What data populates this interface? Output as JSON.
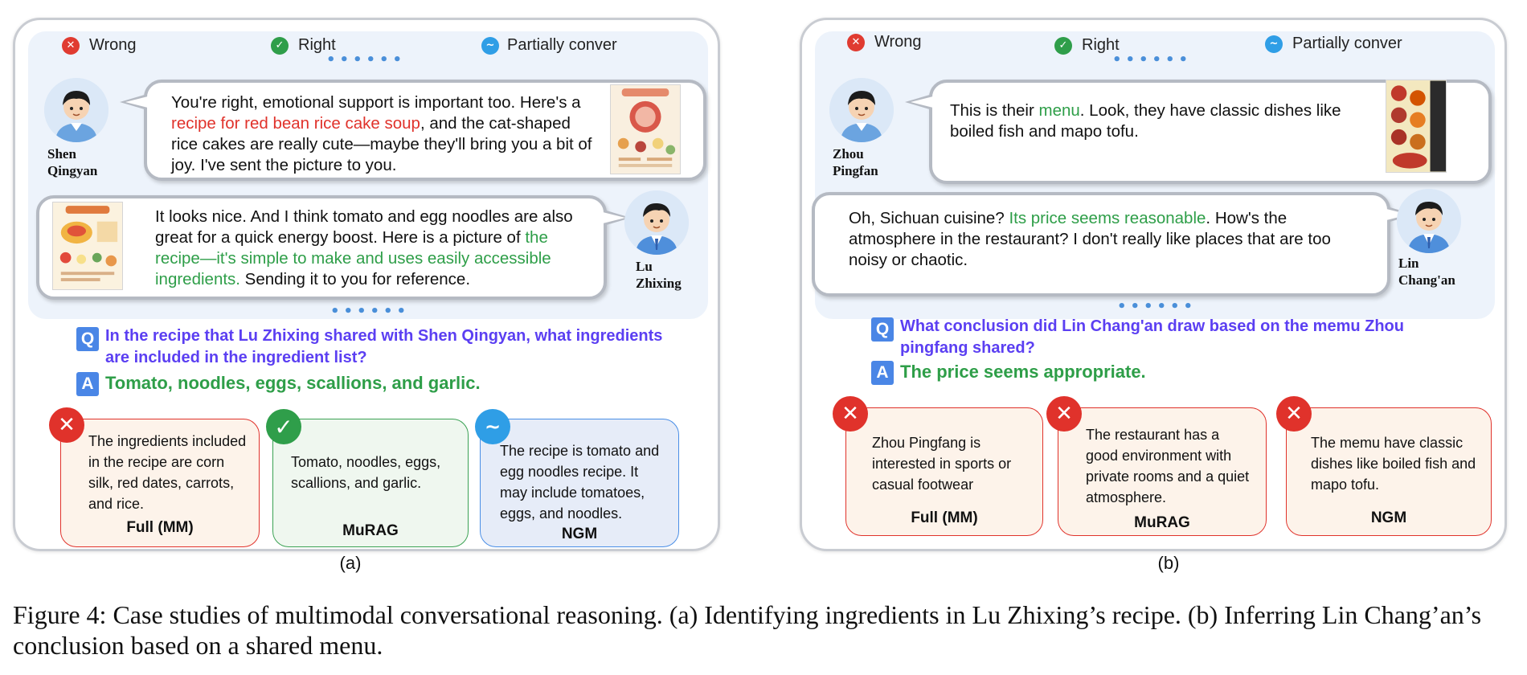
{
  "legend": {
    "wrong": "Wrong",
    "right": "Right",
    "partial": "Partially conver",
    "wrong_icon": "x-icon",
    "right_icon": "check-icon",
    "partial_icon": "tilde-icon"
  },
  "dots": "••••••",
  "panel_a": {
    "speaker1": "Shen\nQingyan",
    "speaker2": "Lu\nZhixing",
    "msg1": {
      "t1": "You're right, emotional support is important too. Here's a ",
      "hl": "recipe for red bean rice cake soup",
      "t2": ", and the cat-shaped rice cakes are really cute—maybe they'll bring you a bit of joy. I've sent the picture to you."
    },
    "msg2": {
      "t1": "It looks nice. And I think tomato and egg noodles are also great for a quick energy boost. Here is a picture of ",
      "hl": "the recipe—it's simple to make and uses easily accessible ingredients.",
      "t2": " Sending it to you for reference."
    },
    "q_badge": "Q",
    "question": "In the recipe that Lu Zhixing shared with Shen Qingyan, what ingredients are included in the ingredient list?",
    "a_badge": "A",
    "answer": "Tomato, noodles, eggs, scallions, and garlic.",
    "results": [
      {
        "text": "The ingredients included in the  recipe are corn silk, red dates, carrots, and rice.",
        "label": "Full (MM)",
        "status": "wrong"
      },
      {
        "text": "Tomato, noodles, eggs, scallions, and garlic.",
        "label": "MuRAG",
        "status": "right"
      },
      {
        "text": "The recipe is  tomato and egg noodles recipe. It may include tomatoes, eggs, and noodles.",
        "label": "NGM",
        "status": "partial"
      }
    ],
    "sub_label": "(a)"
  },
  "panel_b": {
    "speaker1": "Zhou\nPingfan",
    "speaker2": "Lin\nChang'an",
    "msg1": {
      "t1": "This is their ",
      "hl": "menu",
      "t2": ". Look, they have classic dishes like boiled fish and mapo tofu."
    },
    "msg2": {
      "t1": "Oh, Sichuan cuisine? ",
      "hl": "Its price  seems reasonable",
      "t2": ". How's the atmosphere in the restaurant? I don't really like places that are too noisy or chaotic."
    },
    "q_badge": "Q",
    "question": "What conclusion did Lin Chang'an draw based on the memu Zhou pingfang shared?",
    "a_badge": "A",
    "answer": "The price seems appropriate.",
    "results": [
      {
        "text": "Zhou Pingfang is interested in sports or casual footwear",
        "label": "Full (MM)",
        "status": "wrong"
      },
      {
        "text": "The restaurant has a good environment with private rooms and a quiet atmosphere.",
        "label": "MuRAG",
        "status": "wrong"
      },
      {
        "text": "The memu have classic dishes like boiled fish and mapo tofu.",
        "label": "NGM",
        "status": "wrong"
      }
    ],
    "sub_label": "(b)"
  },
  "caption": "Figure 4: Case studies of multimodal conversational reasoning. (a) Identifying ingredients in Lu Zhixing’s recipe. (b) Inferring Lin Chang’an’s conclusion based on a shared menu."
}
